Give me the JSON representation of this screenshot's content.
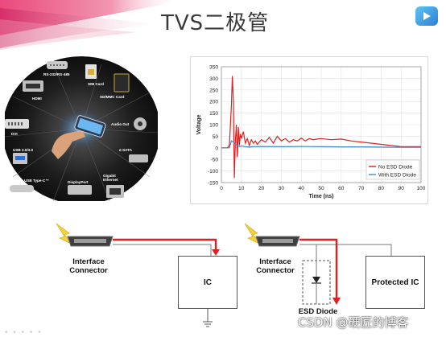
{
  "slide": {
    "title": "TVS二极管",
    "watermark": "CSDN @硬匠的博客"
  },
  "ports_image": {
    "labels": [
      {
        "key": "rs232",
        "text": "RS-232/RS-485"
      },
      {
        "key": "sim",
        "text": "SIM Card"
      },
      {
        "key": "hdmi",
        "text": "HDMI"
      },
      {
        "key": "sdmmc",
        "text": "SD/MMC Card"
      },
      {
        "key": "dvi",
        "text": "DVI"
      },
      {
        "key": "audio",
        "text": "Audio Out"
      },
      {
        "key": "usb",
        "text": "USB 2.0/3.0"
      },
      {
        "key": "esata",
        "text": "e-SATA"
      },
      {
        "key": "usbc",
        "text": "USB Type-C™"
      },
      {
        "key": "dp",
        "text": "DisplayPort"
      },
      {
        "key": "eth",
        "text": "Gigabit Ethernet"
      }
    ]
  },
  "chart_data": {
    "type": "line",
    "title": "",
    "xlabel": "Time (ns)",
    "ylabel": "Voltage",
    "xlim": [
      0,
      100
    ],
    "ylim": [
      -150,
      350
    ],
    "x_ticks": [
      0,
      10,
      20,
      30,
      40,
      50,
      60,
      70,
      80,
      90,
      100
    ],
    "y_ticks": [
      350,
      300,
      250,
      200,
      150,
      100,
      50,
      0,
      -50,
      -100,
      -150
    ],
    "grid": true,
    "legend": "bottom-right",
    "series": [
      {
        "name": "No ESD Diode",
        "color": "#e02020",
        "x": [
          0,
          3,
          4,
          5,
          5.5,
          6,
          6.5,
          7,
          7.5,
          8,
          8.5,
          9,
          9.5,
          10,
          11,
          12,
          13,
          14,
          15,
          16,
          17,
          18,
          20,
          22,
          24,
          26,
          28,
          30,
          32,
          34,
          36,
          38,
          40,
          42,
          44,
          46,
          48,
          50,
          55,
          60,
          65,
          70,
          75,
          80,
          85,
          90,
          95,
          100
        ],
        "y": [
          0,
          0,
          10,
          180,
          310,
          200,
          -130,
          30,
          100,
          -40,
          90,
          10,
          60,
          40,
          70,
          20,
          40,
          10,
          35,
          20,
          30,
          15,
          35,
          25,
          45,
          20,
          50,
          30,
          40,
          25,
          35,
          30,
          42,
          30,
          40,
          35,
          38,
          40,
          35,
          38,
          30,
          25,
          20,
          15,
          10,
          5,
          5,
          5
        ]
      },
      {
        "name": "With ESD Diode",
        "color": "#3a8fd0",
        "x": [
          0,
          4,
          5,
          6,
          7,
          8,
          9,
          10,
          12,
          14,
          16,
          20,
          30,
          40,
          50,
          60,
          70,
          80,
          90,
          100
        ],
        "y": [
          0,
          0,
          30,
          25,
          15,
          10,
          5,
          8,
          5,
          3,
          5,
          6,
          5,
          6,
          5,
          4,
          4,
          3,
          2,
          2
        ]
      }
    ]
  },
  "circuit_left": {
    "connector_label_1": "Interface",
    "connector_label_2": "Connector",
    "ic_label": "IC"
  },
  "circuit_right": {
    "connector_label_1": "Interface",
    "connector_label_2": "Connector",
    "ic_label": "Protected IC",
    "diode_label": "ESD Diode"
  }
}
